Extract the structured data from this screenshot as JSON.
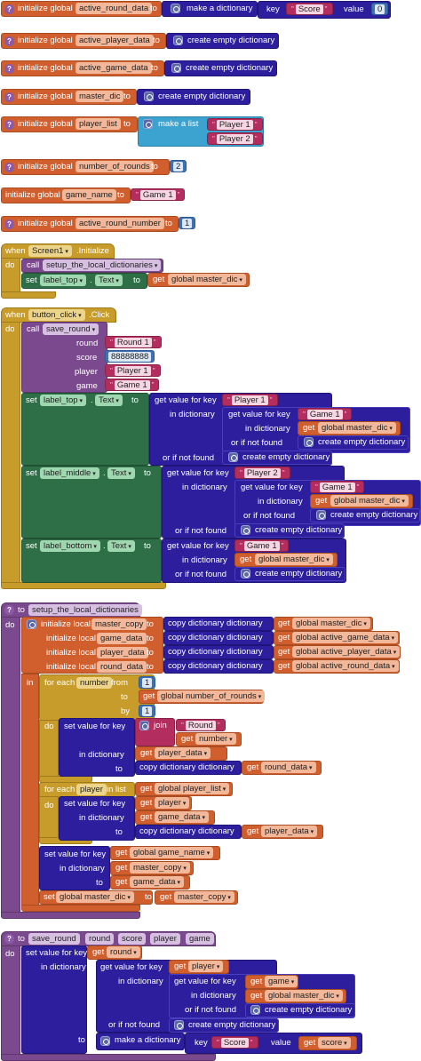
{
  "globals": {
    "init_label": "initialize global",
    "to_label": "to",
    "make_dict_label": "make a dictionary",
    "create_empty_dict_label": "create empty dictionary",
    "make_list_label": "make a list",
    "key_label": "key",
    "value_label": "value",
    "active_round_data": "active_round_data",
    "active_round_key": "Score",
    "active_round_value": "0",
    "active_player_data": "active_player_data",
    "active_game_data": "active_game_data",
    "master_dic": "master_dic",
    "player_list": "player_list",
    "player_list_items": [
      "Player 1",
      "Player 2"
    ],
    "number_of_rounds": "number_of_rounds",
    "number_of_rounds_value": "2",
    "game_name": "game_name",
    "game_name_value": "Game 1",
    "active_round_number": "active_round_number",
    "active_round_number_value": "1"
  },
  "screen_init": {
    "when_label": "when",
    "component": "Screen1",
    "event": ".Initialize",
    "do_label": "do",
    "call_label": "call",
    "proc_name": "setup_the_local_dictionaries",
    "set_label": "set",
    "target": "label_top",
    "property": "Text",
    "to_label": "to",
    "get_label": "get",
    "get_var": "global master_dic"
  },
  "button_click": {
    "when_label": "when",
    "component": "button_click",
    "event": ".Click",
    "do_label": "do",
    "call_label": "call",
    "proc_name": "save_round",
    "param_round": "round",
    "param_score": "score",
    "param_player": "player",
    "param_game": "game",
    "val_round": "Round 1",
    "val_score": "88888888",
    "val_player": "Player 1",
    "val_game": "Game 1",
    "set_label": "set",
    "text_prop": "Text",
    "to_label": "to",
    "get_value_for_key": "get value for key",
    "in_dictionary": "in dictionary",
    "or_if_not_found": "or if not found",
    "get_label": "get",
    "master_dic_var": "global master_dic",
    "create_empty": "create empty dictionary",
    "top_label": "label_top",
    "top_key": "Player 1",
    "top_inner_key": "Game 1",
    "middle_label": "label_middle",
    "middle_key": "Player 2",
    "middle_inner_key": "Game 1",
    "bottom_label": "label_bottom",
    "bottom_key": "Game 1"
  },
  "setup_proc": {
    "to_label": "to",
    "name": "setup_the_local_dictionaries",
    "do_label": "do",
    "init_local": "initialize local",
    "to_label2": "to",
    "copy_dict": "copy dictionary",
    "dictionary_label": "dictionary",
    "get_label": "get",
    "local_master_copy": "master_copy",
    "local_game_data": "game_data",
    "local_player_data": "player_data",
    "local_round_data": "round_data",
    "global_master_dic": "global master_dic",
    "global_active_game_data": "global active_game_data",
    "global_active_player_data": "global active_player_data",
    "global_active_round_data": "global active_round_data",
    "in_label": "in",
    "for_each": "for each",
    "number_var": "number",
    "from_label": "from",
    "from_value": "1",
    "to_label3": "to",
    "global_number_of_rounds": "global number_of_rounds",
    "by_label": "by",
    "by_value": "1",
    "do_label2": "do",
    "set_value_for_key": "set value for key",
    "join_label": "join",
    "round_text": "Round",
    "number_get": "number",
    "in_dictionary": "in dictionary",
    "player_data_get": "player_data",
    "to_label4": "to",
    "round_data_get": "round_data",
    "player_var": "player",
    "in_list": "in list",
    "global_player_list": "global player_list",
    "player_get": "player",
    "game_data_get": "game_data",
    "global_game_name": "global game_name",
    "master_copy_get": "master_copy",
    "set_label": "set",
    "set_global_master": "global master_dic",
    "set_to": "to"
  },
  "save_round_proc": {
    "to_label": "to",
    "name": "save_round",
    "params": [
      "round",
      "score",
      "player",
      "game"
    ],
    "do_label": "do",
    "set_value_for_key": "set value for key",
    "get_label": "get",
    "round_get": "round",
    "in_dictionary": "in dictionary",
    "get_value_for_key": "get value for key",
    "player_get": "player",
    "game_get": "game",
    "global_master_dic": "global master_dic",
    "or_if_not_found": "or if not found",
    "create_empty": "create empty dictionary",
    "to_label2": "to",
    "make_dict": "make a dictionary",
    "key_label": "key",
    "key_text": "Score",
    "value_label": "value",
    "score_get": "score"
  },
  "colors": {
    "variable": "#d05f2d",
    "dictionary": "#2d1e9e",
    "procedure": "#7b4a8e",
    "control": "#c79c2a",
    "component_setter": "#2e6f48",
    "list": "#3ca2cf",
    "text": "#b32d5e",
    "math": "#3f71b5"
  }
}
